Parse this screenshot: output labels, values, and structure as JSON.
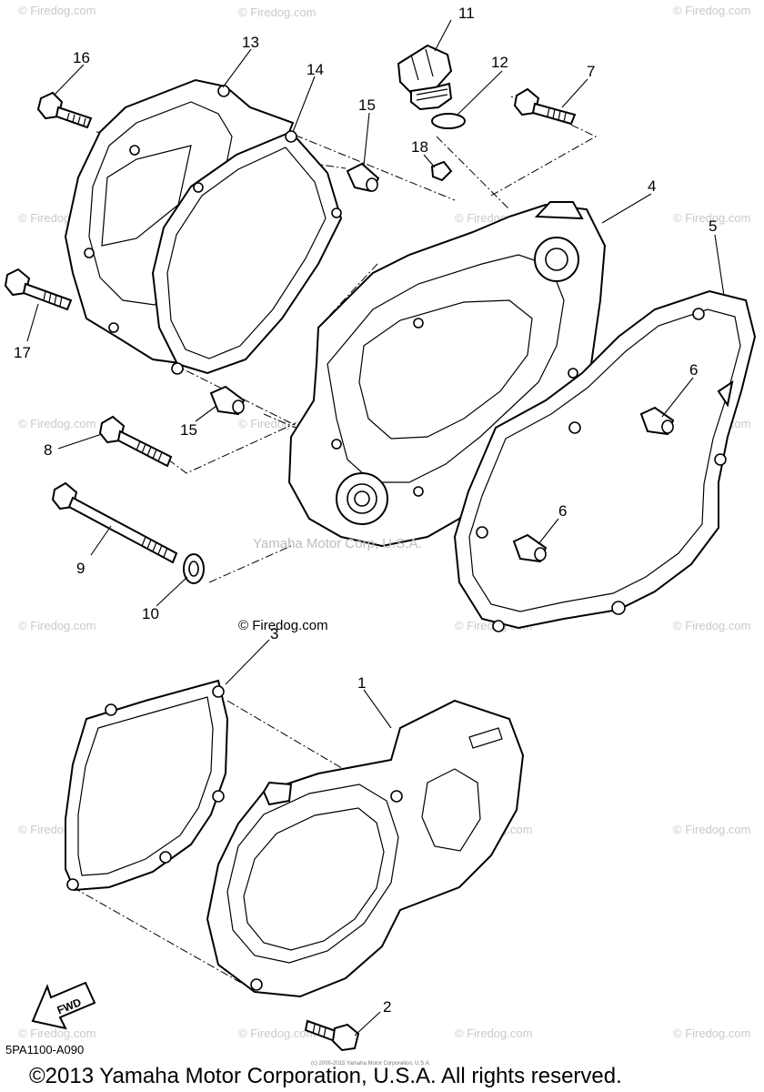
{
  "diagram": {
    "callouts": [
      {
        "id": "c1",
        "label": "1"
      },
      {
        "id": "c2",
        "label": "2"
      },
      {
        "id": "c3",
        "label": "3"
      },
      {
        "id": "c4",
        "label": "4"
      },
      {
        "id": "c5",
        "label": "5"
      },
      {
        "id": "c6a",
        "label": "6"
      },
      {
        "id": "c6b",
        "label": "6"
      },
      {
        "id": "c7",
        "label": "7"
      },
      {
        "id": "c8",
        "label": "8"
      },
      {
        "id": "c9",
        "label": "9"
      },
      {
        "id": "c10",
        "label": "10"
      },
      {
        "id": "c11",
        "label": "11"
      },
      {
        "id": "c12",
        "label": "12"
      },
      {
        "id": "c13",
        "label": "13"
      },
      {
        "id": "c14",
        "label": "14"
      },
      {
        "id": "c15a",
        "label": "15"
      },
      {
        "id": "c15b",
        "label": "15"
      },
      {
        "id": "c16",
        "label": "16"
      },
      {
        "id": "c17",
        "label": "17"
      },
      {
        "id": "c18",
        "label": "18"
      }
    ],
    "watermark_text": "© Firedog.com",
    "center_watermark": "Yamaha Motor Corp, U.S.A.",
    "fwd_label": "FWD",
    "diagram_code": "5PA1100-A090",
    "small_notice": "(c) 2000-2015 Yamaha Motor Corporation, U.S.A.",
    "copyright": "©2013 Yamaha Motor Corporation, U.S.A. All rights reserved."
  }
}
